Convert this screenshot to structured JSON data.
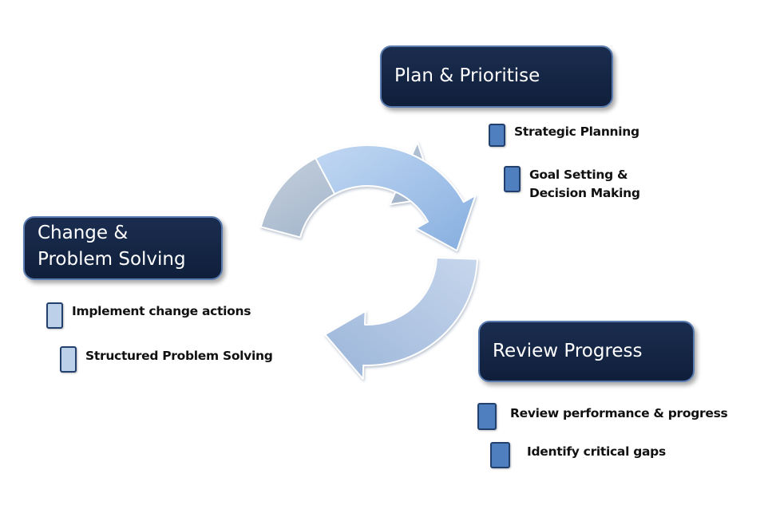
{
  "stages": {
    "plan": {
      "title": "Plan & Prioritise",
      "bullets": [
        "Strategic Planning",
        "Goal Setting &\nDecision Making"
      ]
    },
    "change": {
      "title": "Change & Problem Solving",
      "bullets": [
        "Implement change actions",
        "Structured Problem Solving"
      ]
    },
    "review": {
      "title": "Review Progress",
      "bullets": [
        "Review performance & progress",
        "Identify critical gaps"
      ]
    }
  },
  "colors": {
    "box_fill": "#142543",
    "box_border": "#5a7cb0",
    "bullet_dark": "#4f7fbf",
    "bullet_light": "#bcd0ea",
    "arrow_top": "#9dbde5",
    "arrow_right": "#a9c1e0",
    "arrow_left": "#aebccd"
  },
  "icons": [
    "cycle-arrow-icon",
    "bullet-square-icon"
  ]
}
